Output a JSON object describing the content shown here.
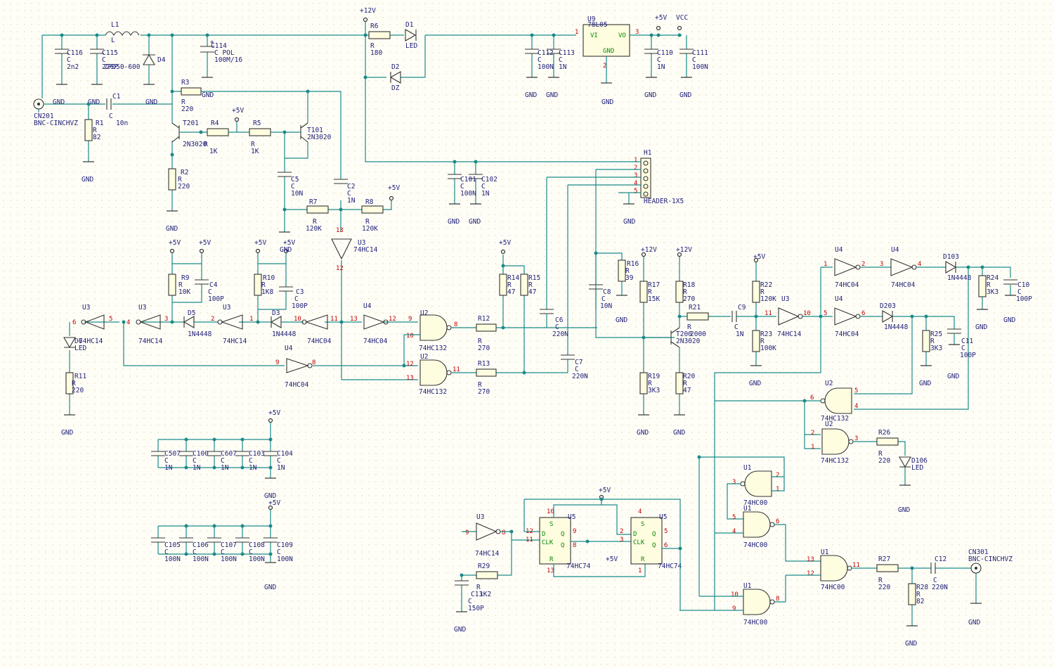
{
  "power": {
    "p12": "+12V",
    "p5": "+5V",
    "vcc": "VCC",
    "gnd": "GND"
  },
  "connectors": {
    "cn201": {
      "ref": "CN201",
      "value": "BNC-CINCHVZ"
    },
    "cn301": {
      "ref": "CN301",
      "value": "BNC-CINCHVZ"
    },
    "h1": {
      "ref": "H1",
      "value": "HEADER-1X5",
      "pins": [
        "1",
        "2",
        "3",
        "4",
        "5"
      ]
    }
  },
  "regulator": {
    "ref": "U9",
    "value": "78L05",
    "vi": "VI",
    "vo": "VO",
    "gnd": "GND",
    "pin_in": "1",
    "pin_out": "3",
    "pin_gnd": "2"
  },
  "inductor": {
    "ref": "L1",
    "value": "L"
  },
  "resistors": {
    "r1": {
      "ref": "R1",
      "type": "R",
      "value": "82"
    },
    "r2": {
      "ref": "R2",
      "type": "R",
      "value": "220"
    },
    "r3": {
      "ref": "R3",
      "type": "R",
      "value": "220"
    },
    "r4": {
      "ref": "R4",
      "type": "R",
      "value": "1K"
    },
    "r5": {
      "ref": "R5",
      "type": "R",
      "value": "1K"
    },
    "r6": {
      "ref": "R6",
      "type": "R",
      "value": "180"
    },
    "r7": {
      "ref": "R7",
      "type": "R",
      "value": "120K"
    },
    "r8": {
      "ref": "R8",
      "type": "R",
      "value": "120K"
    },
    "r9": {
      "ref": "R9",
      "type": "R",
      "value": "10K"
    },
    "r10": {
      "ref": "R10",
      "type": "R",
      "value": "1K8"
    },
    "r11": {
      "ref": "R11",
      "type": "R",
      "value": "220"
    },
    "r12": {
      "ref": "R12",
      "type": "R",
      "value": "270"
    },
    "r13": {
      "ref": "R13",
      "type": "R",
      "value": "270"
    },
    "r14": {
      "ref": "R14",
      "type": "R",
      "value": "47"
    },
    "r15": {
      "ref": "R15",
      "type": "R",
      "value": "47"
    },
    "r16": {
      "ref": "R16",
      "type": "R",
      "value": "39"
    },
    "r17": {
      "ref": "R17",
      "type": "R",
      "value": "15K"
    },
    "r18": {
      "ref": "R18",
      "type": "R",
      "value": "270"
    },
    "r19": {
      "ref": "R19",
      "type": "R",
      "value": "3K3"
    },
    "r20": {
      "ref": "R20",
      "type": "R",
      "value": "47"
    },
    "r21": {
      "ref": "R21",
      "type": "R",
      "value": "2000"
    },
    "r22": {
      "ref": "R22",
      "type": "R",
      "value": "120K"
    },
    "r23": {
      "ref": "R23",
      "type": "R",
      "value": "100K"
    },
    "r24": {
      "ref": "R24",
      "type": "R",
      "value": "3K3"
    },
    "r25": {
      "ref": "R25",
      "type": "R",
      "value": "3K3"
    },
    "r26": {
      "ref": "R26",
      "type": "R",
      "value": "220"
    },
    "r27": {
      "ref": "R27",
      "type": "R",
      "value": "220"
    },
    "r28": {
      "ref": "R28",
      "type": "R",
      "value": "82"
    },
    "r29": {
      "ref": "R29",
      "type": "R",
      "value": "1K2"
    }
  },
  "capacitors": {
    "c1": {
      "ref": "C1",
      "type": "C",
      "value": "10n"
    },
    "c2": {
      "ref": "C2",
      "type": "C",
      "value": "1N"
    },
    "c3": {
      "ref": "C3",
      "type": "C",
      "value": "100P"
    },
    "c4": {
      "ref": "C4",
      "type": "C",
      "value": "100P"
    },
    "c5": {
      "ref": "C5",
      "type": "C",
      "value": "10N"
    },
    "c6": {
      "ref": "C6",
      "type": "C",
      "value": "220N"
    },
    "c7": {
      "ref": "C7",
      "type": "C",
      "value": "220N"
    },
    "c8": {
      "ref": "C8",
      "type": "C",
      "value": "10N"
    },
    "c9": {
      "ref": "C9",
      "type": "C",
      "value": "1N"
    },
    "c10": {
      "ref": "C10",
      "type": "C",
      "value": "100P"
    },
    "c11": {
      "ref": "C11",
      "type": "C",
      "value": "100P"
    },
    "c12": {
      "ref": "C12",
      "type": "C",
      "value": "220N"
    },
    "c13": {
      "ref": "C13",
      "type": "C",
      "value": "150P"
    },
    "c100": {
      "ref": "C100",
      "type": "C",
      "value": "1N"
    },
    "c101": {
      "ref": "C101",
      "type": "C",
      "value": "100N"
    },
    "c102": {
      "ref": "C102",
      "type": "C",
      "value": "1N"
    },
    "c103": {
      "ref": "C103",
      "type": "C",
      "value": "1N"
    },
    "c104": {
      "ref": "C104",
      "type": "C",
      "value": "1N"
    },
    "c105": {
      "ref": "C105",
      "type": "C",
      "value": "100N"
    },
    "c106": {
      "ref": "C106",
      "type": "C",
      "value": "100N"
    },
    "c107": {
      "ref": "C107",
      "type": "C",
      "value": "100N"
    },
    "c108": {
      "ref": "C108",
      "type": "C",
      "value": "100N"
    },
    "c109": {
      "ref": "C109",
      "type": "C",
      "value": "100N"
    },
    "c110": {
      "ref": "C110",
      "type": "C",
      "value": "1N"
    },
    "c111": {
      "ref": "C111",
      "type": "C",
      "value": "100N"
    },
    "c112": {
      "ref": "C112",
      "type": "C",
      "value": "100N"
    },
    "c113": {
      "ref": "C113",
      "type": "C",
      "value": "1N"
    },
    "c114": {
      "ref": "C114",
      "type": "C POL",
      "value": "100M/16"
    },
    "c115": {
      "ref": "C115",
      "type": "C",
      "value": "220P"
    },
    "c116": {
      "ref": "C116",
      "type": "C",
      "value": "2n2"
    },
    "c507": {
      "ref": "C507",
      "type": "C",
      "value": "1N"
    },
    "c607": {
      "ref": "C607",
      "type": "C",
      "value": "1N"
    }
  },
  "diodes": {
    "d1": {
      "ref": "D1",
      "value": "LED"
    },
    "d2": {
      "ref": "D2",
      "value": "DZ"
    },
    "d3": {
      "ref": "D3",
      "value": "1N4448"
    },
    "d4": {
      "ref": "D4",
      "value": "ZPD50-600"
    },
    "d5": {
      "ref": "D5",
      "value": "1N4448"
    },
    "d6": {
      "ref": "D6",
      "value": "LED"
    },
    "d103": {
      "ref": "D103",
      "value": "1N4448"
    },
    "d106": {
      "ref": "D106",
      "value": "LED"
    },
    "d203": {
      "ref": "D203",
      "value": "1N4448"
    }
  },
  "transistors": {
    "t101": {
      "ref": "T101",
      "value": "2N3020"
    },
    "t201": {
      "ref": "T201",
      "value": "2N3020"
    },
    "t200": {
      "ref": "T200",
      "value": "2N3020"
    }
  },
  "ics": {
    "u1": "U1",
    "u1v": "74HC00",
    "u2": "U2",
    "u2v": "74HC132",
    "u3": "U3",
    "u3v": "74HC14",
    "u4": "U4",
    "u4v": "74HC04",
    "u5": "U5",
    "u5v": "74HC74",
    "ff": {
      "d": "D",
      "clk": "CLK",
      "q": "Q",
      "qn": "Q",
      "s": "S",
      "r": "R"
    }
  }
}
